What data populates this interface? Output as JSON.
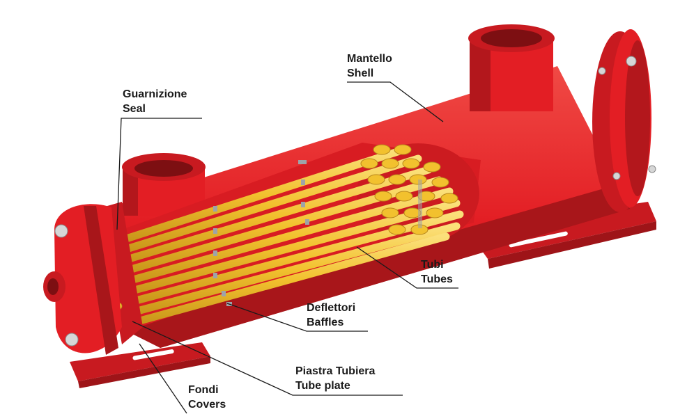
{
  "diagram": {
    "labels": [
      {
        "it": "Mantello",
        "en": "Shell"
      },
      {
        "it": "Guarnizione",
        "en": "Seal"
      },
      {
        "it": "Tubi",
        "en": "Tubes"
      },
      {
        "it": "Deflettori",
        "en": "Baffles"
      },
      {
        "it": "Piastra Tubiera",
        "en": "Tube plate"
      },
      {
        "it": "Fondi",
        "en": "Covers"
      }
    ]
  },
  "colors": {
    "shell_red": "#e31e24",
    "shell_dark": "#a8161a",
    "shell_light": "#f04a45",
    "tube_yellow": "#f2c12e",
    "tube_highlight": "#fbe07a",
    "baffle_grey": "#9ea3a8",
    "leader_line": "#1a1a1a"
  }
}
